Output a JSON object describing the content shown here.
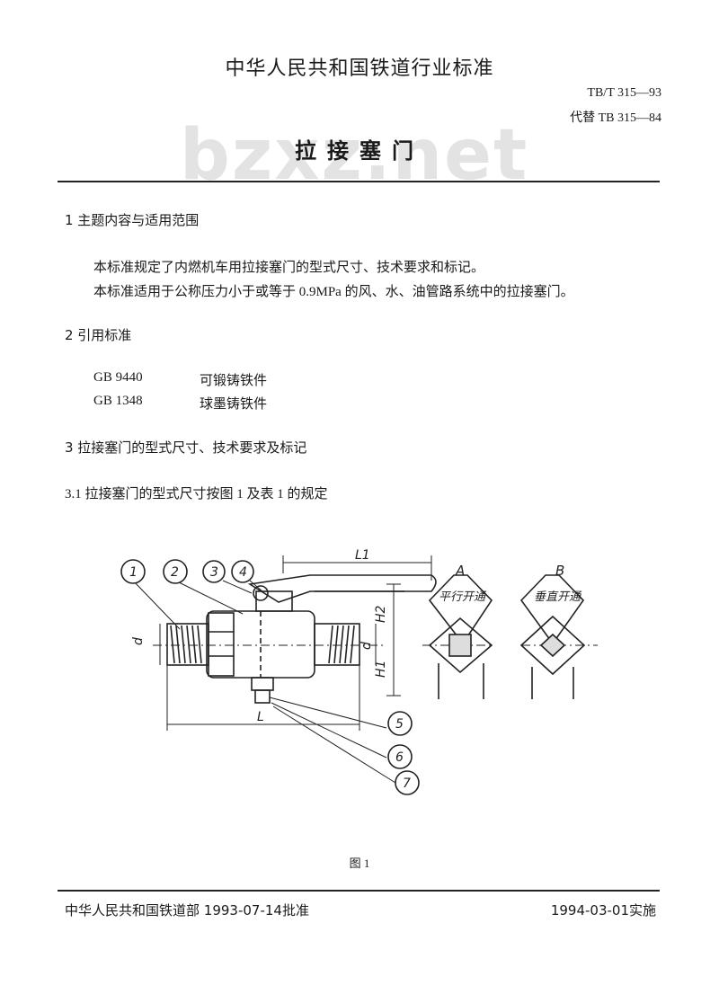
{
  "header": {
    "standard_title": "中华人民共和国铁道行业标准",
    "code": "TB/T 315—93",
    "replaces": "代替 TB 315—84",
    "doc_title": "拉接塞门",
    "watermark": "bzxz.net"
  },
  "section1": {
    "heading": "1  主题内容与适用范围",
    "paragraphs": [
      "本标准规定了内燃机车用拉接塞门的型式尺寸、技术要求和标记。",
      "本标准适用于公称压力小于或等于 0.9MPa 的风、水、油管路系统中的拉接塞门。"
    ]
  },
  "section2": {
    "heading": "2  引用标准",
    "refs": [
      {
        "code": "GB 9440",
        "name": "可锻铸铁件"
      },
      {
        "code": "GB 1348",
        "name": "球墨铸铁件"
      }
    ]
  },
  "section3": {
    "heading": "3  拉接塞门的型式尺寸、技术要求及标记",
    "clause_3_1": "3.1  拉接塞门的型式尺寸按图 1 及表 1 的规定"
  },
  "figure": {
    "caption": "图 1",
    "balloons": [
      "1",
      "2",
      "3",
      "4",
      "5",
      "6",
      "7"
    ],
    "dim_labels": {
      "L1": "L1",
      "L": "L",
      "H2": "H2",
      "H1": "H1",
      "d_left": "d",
      "d_right": "d"
    },
    "view_a_label": "A",
    "view_a_caption": "平行开通",
    "view_b_label": "B",
    "view_b_caption": "垂直开通"
  },
  "footer": {
    "issuer": "中华人民共和国铁道部   1993-07-14批准",
    "effective": "1994-03-01实施"
  }
}
